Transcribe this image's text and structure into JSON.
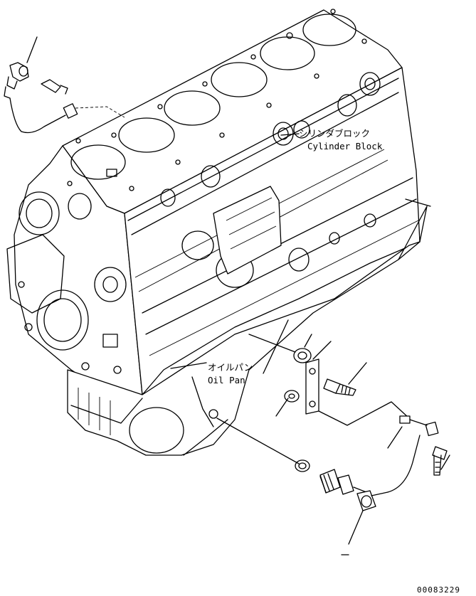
{
  "labels": {
    "cylinder_block_jp": "シリンダブロック",
    "cylinder_block_en": "Cylinder Block",
    "oil_pan_jp": "オイルパン",
    "oil_pan_en": "Oil Pan",
    "part_number": "00083229"
  }
}
